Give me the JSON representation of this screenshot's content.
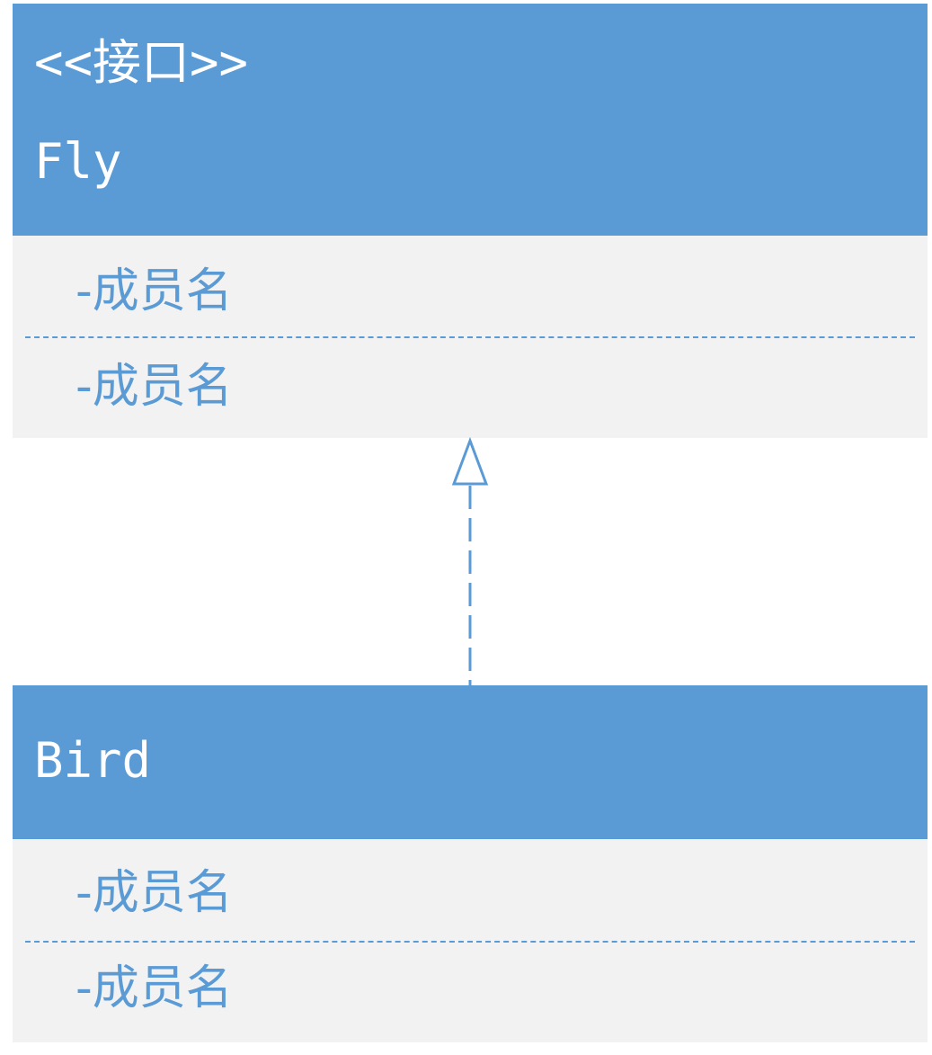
{
  "diagram": {
    "interface_class": {
      "stereotype": "<<接口>>",
      "name": "Fly",
      "members": [
        "-成员名",
        "-成员名"
      ]
    },
    "implementing_class": {
      "name": "Bird",
      "members": [
        "-成员名",
        "-成员名"
      ]
    },
    "relation": {
      "type": "realization",
      "line_style": "dashed",
      "arrowhead": "hollow-triangle"
    },
    "colors": {
      "header_fill": "#5b9bd5",
      "body_fill": "#f2f2f2",
      "header_text": "#ffffff",
      "member_text": "#5b9bd5",
      "line": "#5b9bd5"
    }
  }
}
